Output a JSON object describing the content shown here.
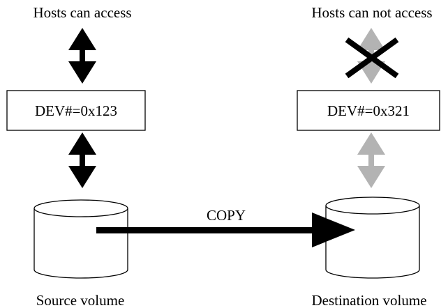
{
  "left": {
    "caption_top": "Hosts can access",
    "device_label": "DEV#=0x123",
    "caption_bottom": "Source volume",
    "host_access": "allowed"
  },
  "right": {
    "caption_top": "Hosts can not access",
    "device_label": "DEV#=0x321",
    "caption_bottom": "Destination volume",
    "host_access": "blocked"
  },
  "copy_label": "COPY",
  "colors": {
    "active_arrow": "#000000",
    "inactive_arrow": "#b3b3b3",
    "outline": "#000000",
    "background": "#ffffff"
  },
  "icons": {
    "blocked_marker": "x-cross-icon",
    "volume": "cylinder-icon"
  }
}
